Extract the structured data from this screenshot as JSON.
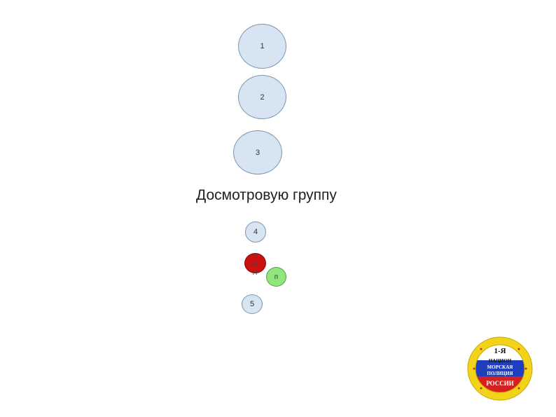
{
  "diagram": {
    "nodes": [
      {
        "id": "1",
        "label": "1"
      },
      {
        "id": "2",
        "label": "2"
      },
      {
        "id": "3",
        "label": "3"
      },
      {
        "id": "4",
        "label": "4"
      },
      {
        "id": "5",
        "label": "5"
      }
    ],
    "caption": "Досмотровую группу",
    "red_node": {
      "letters": [
        "П",
        "И",
        "Н"
      ],
      "color": "#cc1111"
    },
    "green_node": {
      "label": "п",
      "color": "#8fe67a"
    }
  },
  "logo": {
    "line1": "1-Я",
    "line2": "НАЦИОН",
    "line3": "МОРСКАЯ",
    "line4": "ПОЛИЦИЯ",
    "line5": "РОССИИ",
    "ring_color": "#f1d319"
  }
}
